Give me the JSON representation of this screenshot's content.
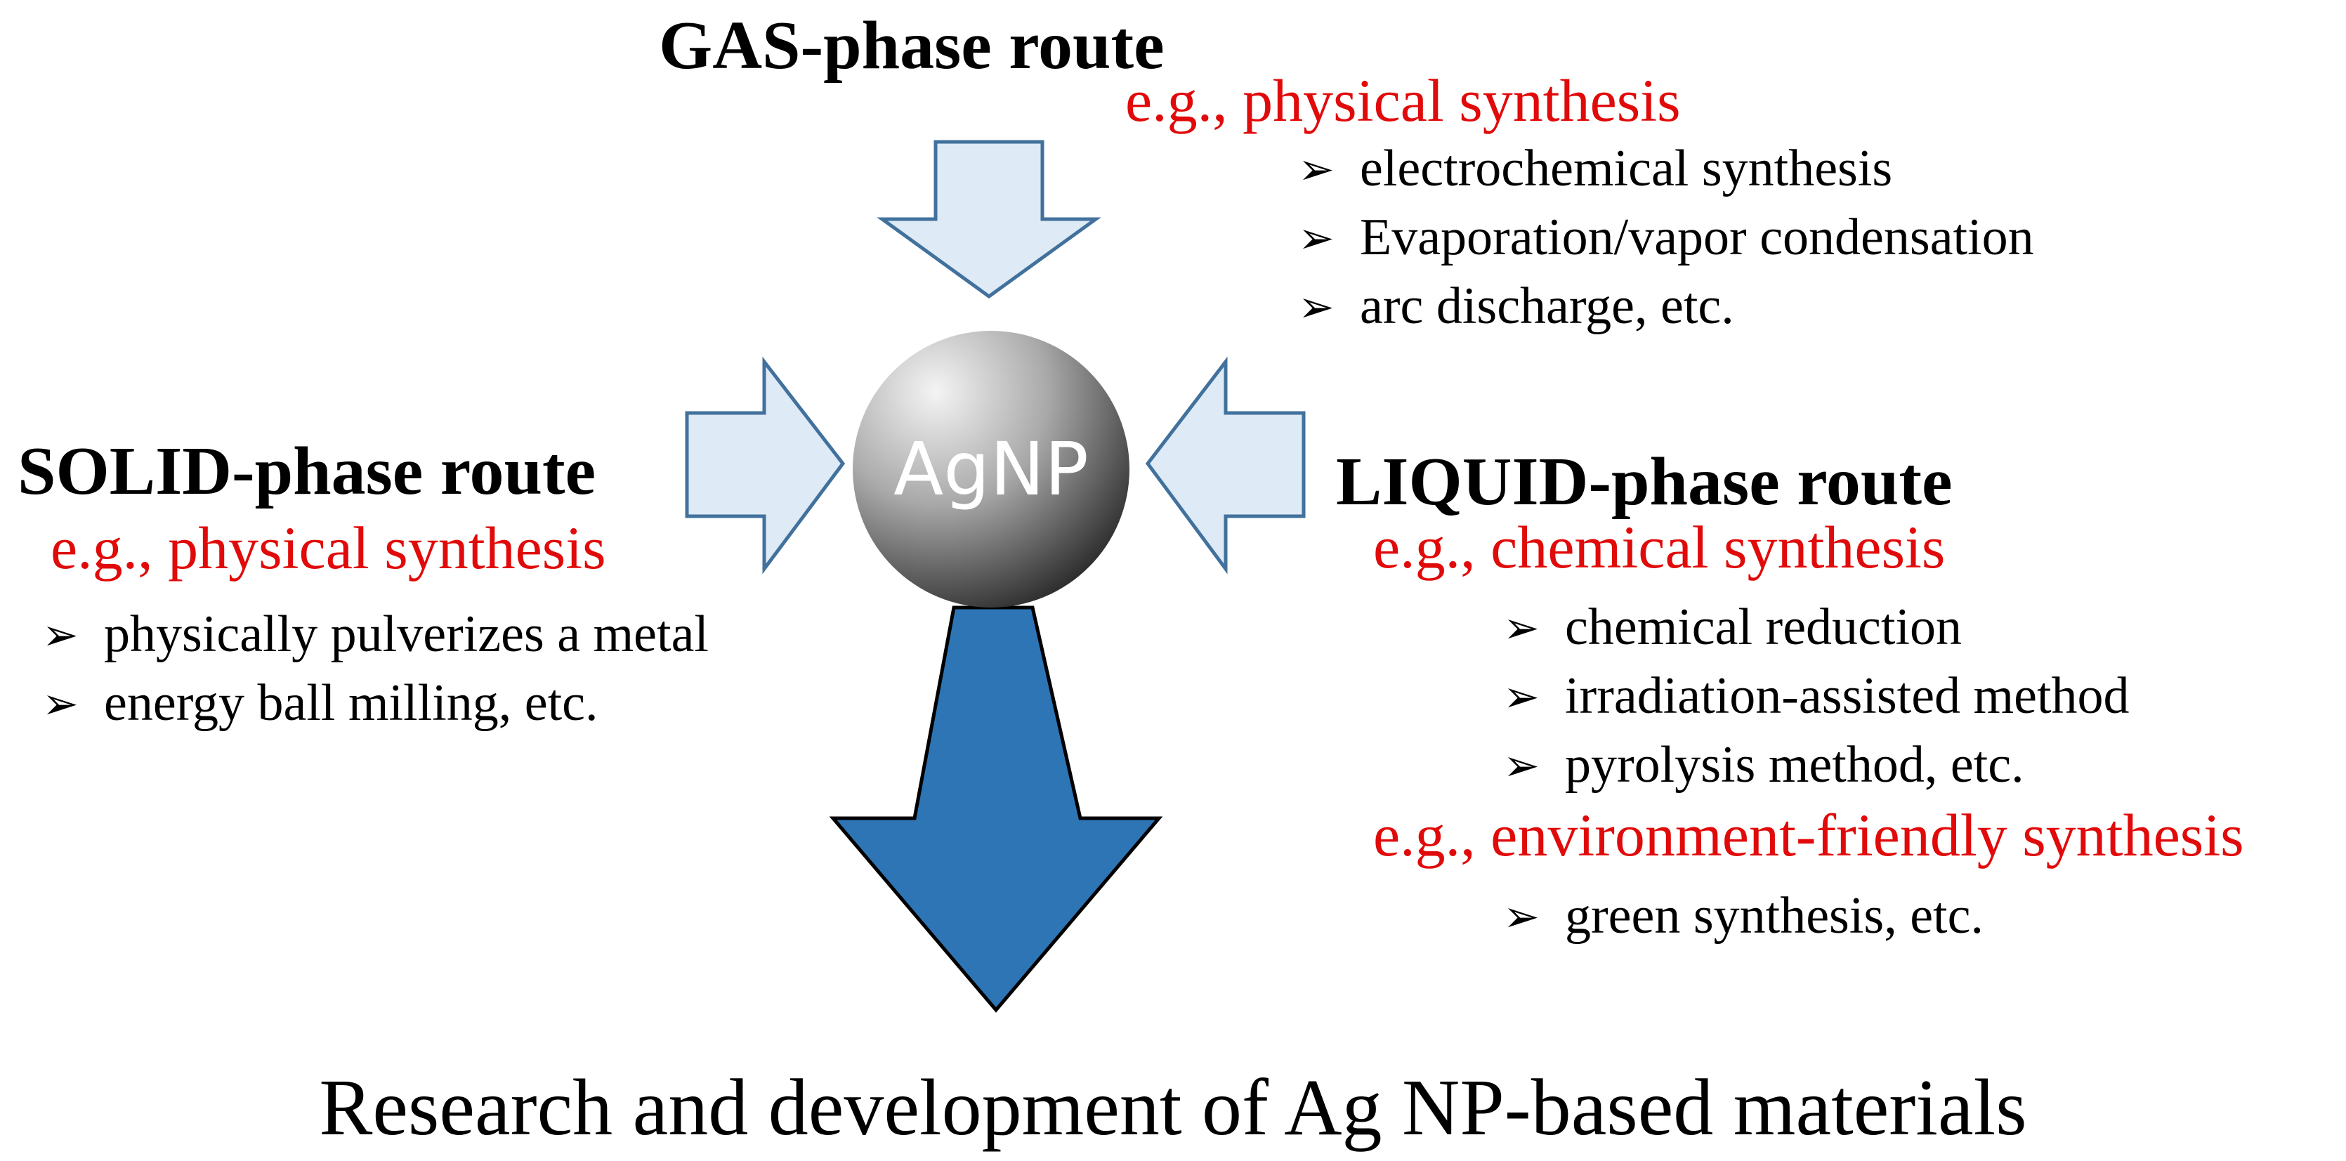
{
  "gas": {
    "title": "GAS-phase route",
    "example": "e.g., physical synthesis",
    "items": [
      "electrochemical synthesis",
      "Evaporation/vapor condensation",
      "arc discharge, etc."
    ]
  },
  "solid": {
    "title": "SOLID-phase route",
    "example": "e.g., physical synthesis",
    "items": [
      "physically pulverizes a metal",
      "energy ball milling, etc."
    ]
  },
  "liquid": {
    "title": "LIQUID-phase route",
    "example1": "e.g., chemical synthesis",
    "items1": [
      "chemical reduction",
      "irradiation-assisted method",
      "pyrolysis method, etc."
    ],
    "example2": "e.g., environment-friendly synthesis",
    "items2": [
      "green synthesis, etc."
    ]
  },
  "center": {
    "label": "AgNP"
  },
  "bottom": {
    "text": "Research and development of Ag NP-based materials"
  },
  "bullet_symbol": "➢",
  "colors": {
    "example_text": "#e10a0a",
    "input_arrow_fill": "#deeaf6",
    "input_arrow_stroke": "#41719c",
    "output_arrow_fill": "#2e75b6",
    "sphere_light": "#f4f4f4",
    "sphere_dark": "#1e1e1e"
  }
}
